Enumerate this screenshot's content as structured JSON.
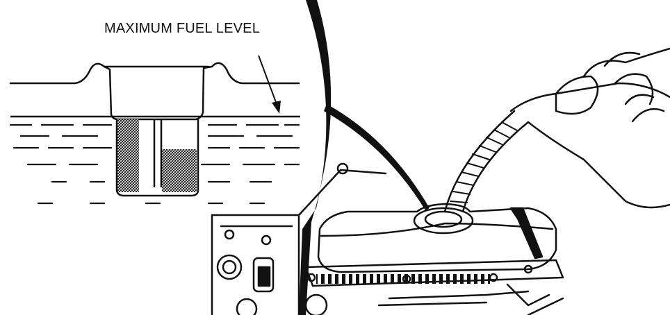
{
  "diagram": {
    "callout_label": "MAXIMUM FUEL LEVEL",
    "parts": [
      "fuel-tank-cross-section",
      "fuel-strainer",
      "fuel-container",
      "engine-fuel-tank",
      "fuel-cap-opening"
    ],
    "colors": {
      "ink": "#111111",
      "background": "#ffffff"
    }
  }
}
